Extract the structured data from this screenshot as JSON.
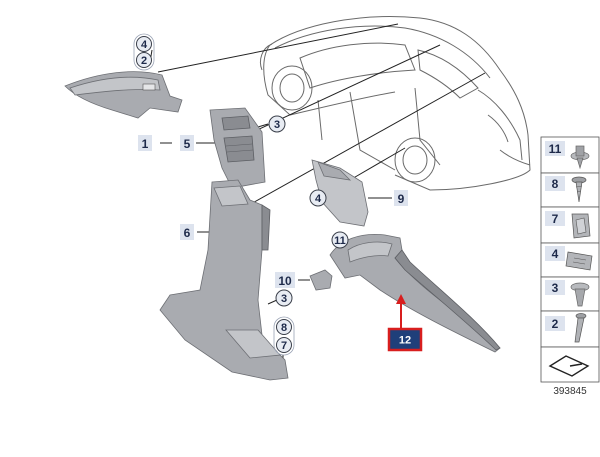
{
  "callouts": {
    "c4_top": "4",
    "c2_top": "2",
    "c3_a": "3",
    "c4_mid": "4",
    "c11": "11",
    "c3_b": "3",
    "c8": "8",
    "c7": "7"
  },
  "part_labels": {
    "p1": "1",
    "p5": "5",
    "p6": "6",
    "p9": "9",
    "p10": "10"
  },
  "highlighted_part": "12",
  "legend": {
    "items": [
      "11",
      "8",
      "7",
      "4",
      "3",
      "2"
    ]
  },
  "reference_number": "393845",
  "colors": {
    "part_gray": "#a9abb0",
    "highlight_fill": "#1f3f7a",
    "highlight_border": "#d81e1e",
    "arrow": "#d81e1e"
  }
}
